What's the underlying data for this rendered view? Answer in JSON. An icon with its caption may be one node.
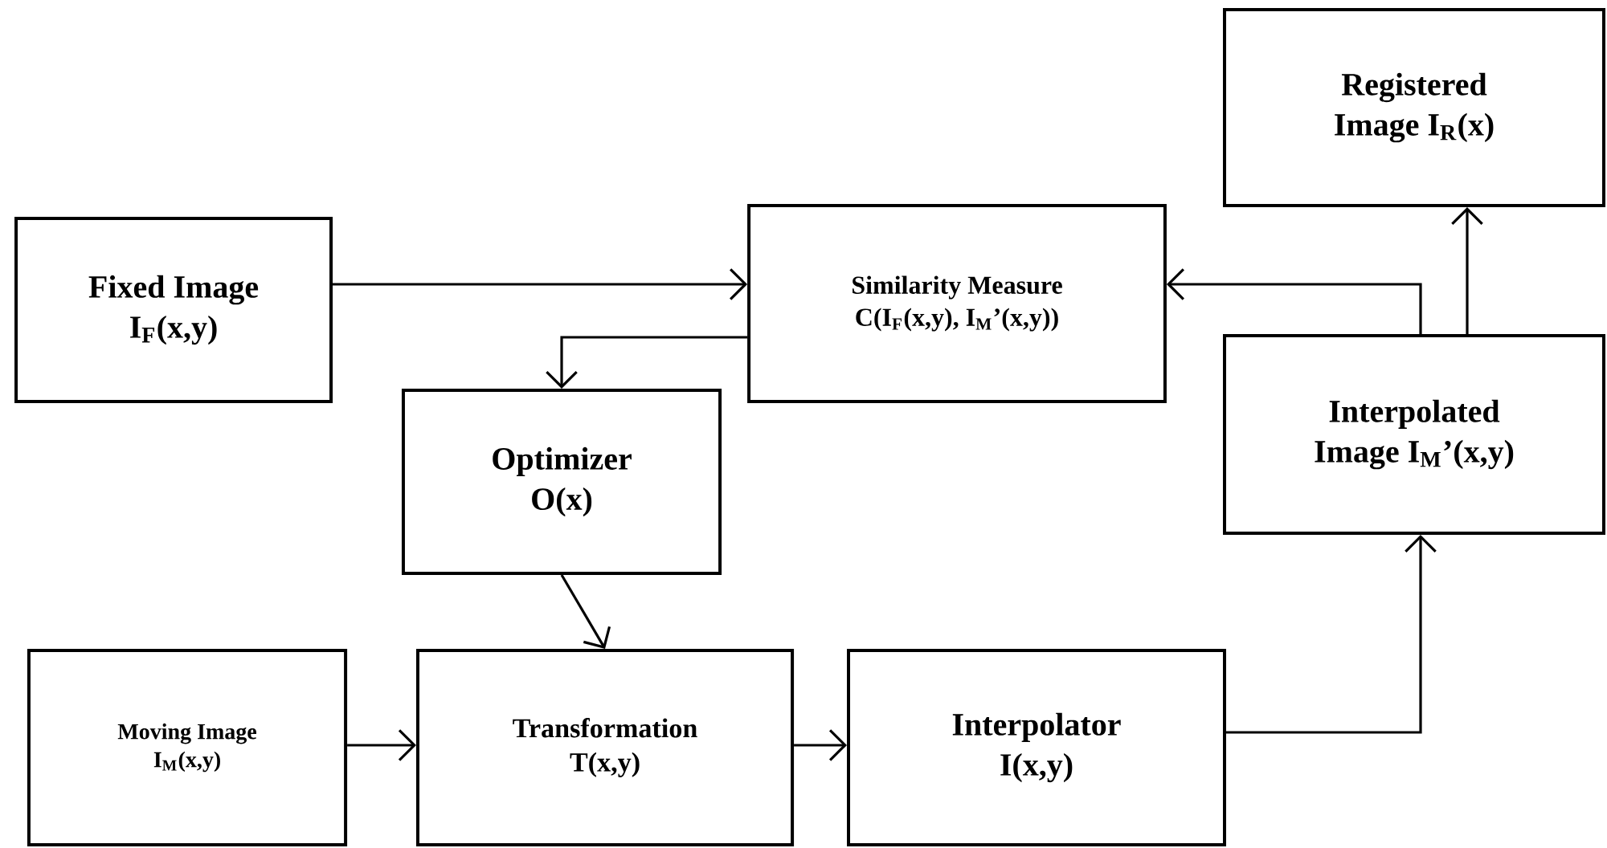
{
  "diagram": {
    "nodes": [
      {
        "text": [
          "Registered",
          "Image I$_{R}$(x)"
        ]
      },
      {
        "text": [
          "Fixed Image",
          "I$_{F}$(x,y)"
        ]
      },
      {
        "text": [
          "Similarity Measure",
          "C(I$_{F}$(x,y), I$_{M}$’(x,y))"
        ]
      },
      {
        "text": [
          "Interpolated",
          "Image I$_{M}$’(x,y)"
        ]
      },
      {
        "text": [
          "Optimizer",
          "O(x)"
        ]
      },
      {
        "text": [
          "Moving  Image",
          "I$_{M}$(x,y)"
        ]
      },
      {
        "text": [
          "Transformation",
          "T(x,y)"
        ]
      },
      {
        "text": [
          "Interpolator",
          "I(x,y)"
        ]
      }
    ],
    "edges": [
      {
        "from": 1,
        "to": 2,
        "arrow": "to"
      },
      {
        "from": 3,
        "to": 2,
        "arrow": "to"
      },
      {
        "from": 3,
        "to": 0,
        "arrow": "to"
      },
      {
        "from": 2,
        "to": 4,
        "arrow": "to"
      },
      {
        "from": 4,
        "to": 6,
        "arrow": "to"
      },
      {
        "from": 5,
        "to": 6,
        "arrow": "to"
      },
      {
        "from": 6,
        "to": 7,
        "arrow": "to"
      },
      {
        "from": 7,
        "to": 3,
        "arrow": "to"
      }
    ]
  }
}
